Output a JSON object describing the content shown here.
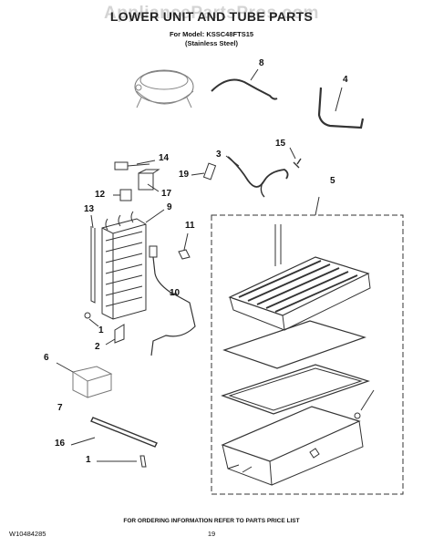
{
  "watermark": "AppliancePartsPros.com",
  "header": {
    "title": "LOWER UNIT AND TUBE PARTS",
    "model": "For Model: KSSC48FTS15",
    "variant": "(Stainless Steel)"
  },
  "footer": {
    "order_info": "FOR ORDERING INFORMATION REFER TO PARTS PRICE LIST",
    "code": "W10484285",
    "page": "19"
  },
  "callouts": {
    "c8": "8",
    "c4": "4",
    "c3": "3",
    "c15": "15",
    "c14": "14",
    "c19": "19",
    "c17": "17",
    "c12": "12",
    "c5": "5",
    "c13": "13",
    "c9": "9",
    "c11": "11",
    "c10": "10",
    "c1a": "1",
    "c2": "2",
    "c6": "6",
    "c7": "7",
    "c16": "16",
    "c1b": "1"
  }
}
